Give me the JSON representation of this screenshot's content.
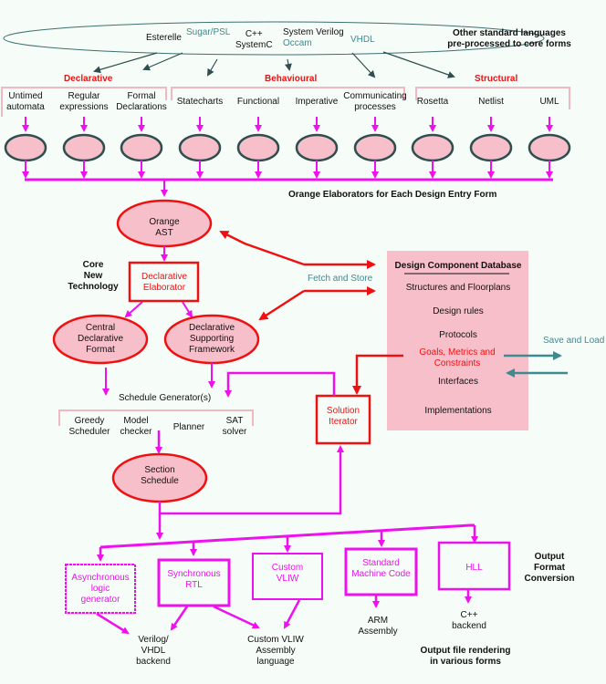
{
  "colors": {
    "background": "#f6fcf8",
    "pink_fill": "#f7bfca",
    "red": "#ee1111",
    "magenta": "#ee11ee",
    "teal": "#3d8a90",
    "dark_outline": "#2f4f4f",
    "bracket_pink": "#f2b8c2"
  },
  "languages": {
    "items": [
      "Esterelle",
      "Sugar/PSL",
      "C++\nSystemC",
      "System Verilog",
      "Occam",
      "VHDL"
    ],
    "note": "Other standard languages\npre-processed to core forms"
  },
  "categories": {
    "declarative": "Declarative",
    "behavioural": "Behavioural",
    "structural": "Structural"
  },
  "entry_forms": [
    "Untimed\nautomata",
    "Regular\nexpressions",
    "Formal\nDeclarations",
    "Statecharts",
    "Functional",
    "Imperative",
    "Communicating\nprocesses",
    "Rosetta",
    "Netlist",
    "UML"
  ],
  "elaborators_label": "Orange Elaborators for Each Design Entry Form",
  "core": {
    "label": "Core\nNew\nTechnology",
    "orange_ast": "Orange\nAST",
    "declarative_elaborator": "Declarative\nElaborator",
    "central_declarative_format": "Central\nDeclarative\nFormat",
    "declarative_supporting_framework": "Declarative\nSupporting\nFramework",
    "fetch_and_store": "Fetch and Store"
  },
  "database": {
    "title": "Design Component Database",
    "items": [
      "Structures and Floorplans",
      "Design rules",
      "Protocols",
      "Goals, Metrics and\nConstraints",
      "Interfaces",
      "Implementations"
    ],
    "save_and_load": "Save and Load"
  },
  "schedule": {
    "generator_label": "Schedule Generator(s)",
    "generators": [
      "Greedy\nScheduler",
      "Model\nchecker",
      "Planner",
      "SAT\nsolver"
    ],
    "section_schedule": "Section\nSchedule",
    "solution_iterator": "Solution\nIterator"
  },
  "output": {
    "format_label": "Output\nFormat\nConversion",
    "rendering_label": "Output file rendering\nin various forms",
    "converters": [
      "Asynchronous\nlogic\ngenerator",
      "Synchronous\nRTL",
      "Custom\nVLIW",
      "Standard\nMachine Code",
      "HLL"
    ],
    "backends": [
      "Verilog/\nVHDL\nbackend",
      "Custom VLIW\nAssembly\nlanguage",
      "ARM\nAssembly",
      "C++\nbackend"
    ]
  }
}
